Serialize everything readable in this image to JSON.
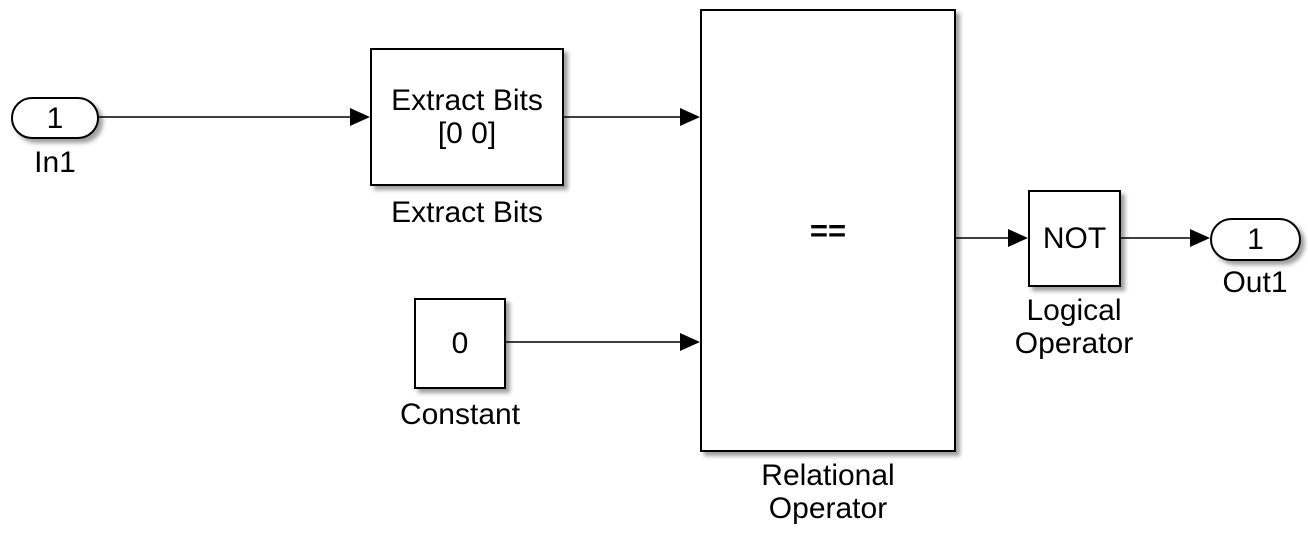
{
  "blocks": {
    "in1_port": {
      "value": "1",
      "label": "In1"
    },
    "extract_bits": {
      "name": "Extract Bits",
      "bits": "[0 0]",
      "label": "Extract Bits"
    },
    "constant": {
      "value": "0",
      "label": "Constant"
    },
    "relational_operator": {
      "operator": "==",
      "label_line1": "Relational",
      "label_line2": "Operator"
    },
    "logical_operator": {
      "operator": "NOT",
      "label_line1": "Logical",
      "label_line2": "Operator"
    },
    "out1_port": {
      "value": "1",
      "label": "Out1"
    }
  },
  "colors": {
    "background": "#ffffff",
    "block_fill": "#ffffff",
    "block_border": "#000000",
    "text": "#000000",
    "signal_line": "#000000"
  }
}
